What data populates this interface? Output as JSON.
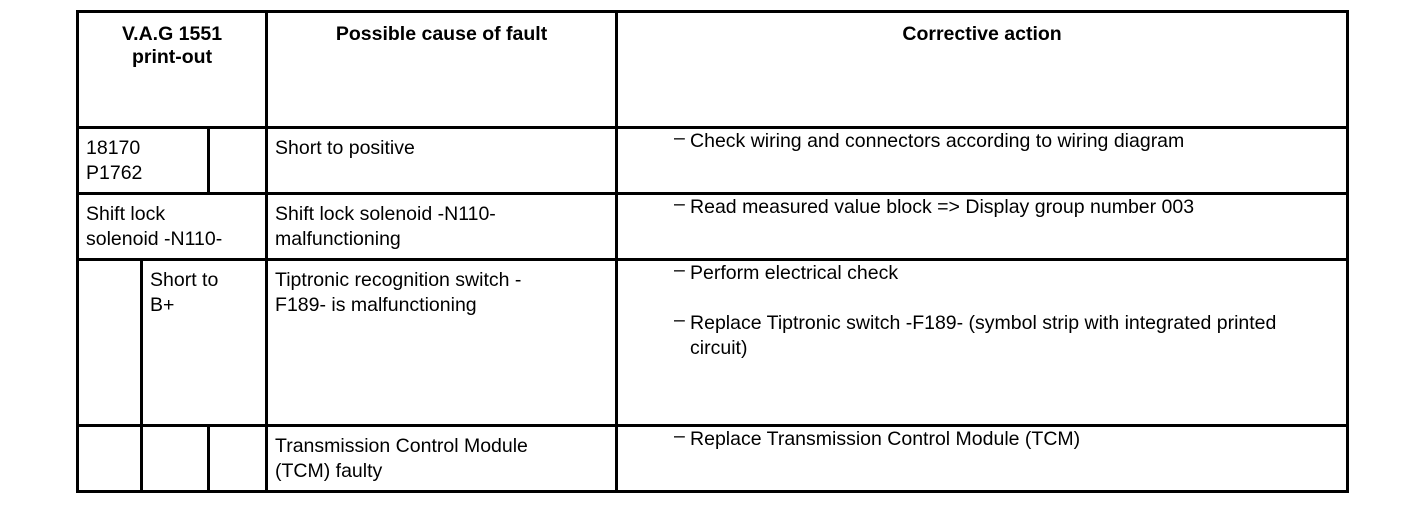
{
  "table": {
    "headers": {
      "printout_line1": "V.A.G 1551",
      "printout_line2": "print-out",
      "cause": "Possible cause of fault",
      "action": "Corrective action"
    },
    "rows": [
      {
        "printout_code_line1": "18170",
        "printout_code_line2": "P1762",
        "cause": "Short to positive",
        "actions": [
          {
            "bullet": "–",
            "text": "Check wiring and connectors according to wiring diagram"
          }
        ]
      },
      {
        "printout_label_line1": "Shift lock",
        "printout_label_line2": "solenoid -N110-",
        "cause_line1": "Shift lock solenoid -N110-",
        "cause_line2": "malfunctioning",
        "actions": [
          {
            "bullet": "–",
            "text": "Read measured value block => Display group number 003"
          }
        ]
      },
      {
        "printout_label_line1": "Short to",
        "printout_label_line2": "B+",
        "cause_line1": "Tiptronic recognition switch -",
        "cause_line2": "F189- is malfunctioning",
        "actions": [
          {
            "bullet": "–",
            "text": "Perform electrical check"
          },
          {
            "bullet": "–",
            "text": "Replace Tiptronic switch -F189- (symbol strip with integrated printed circuit)"
          }
        ]
      },
      {
        "cause_line1": "Transmission Control Module",
        "cause_line2": "(TCM) faulty",
        "actions": [
          {
            "bullet": "–",
            "text": "Replace Transmission Control Module (TCM)"
          }
        ]
      }
    ]
  },
  "colors": {
    "border": "#000000",
    "text": "#000000",
    "background": "#ffffff"
  }
}
